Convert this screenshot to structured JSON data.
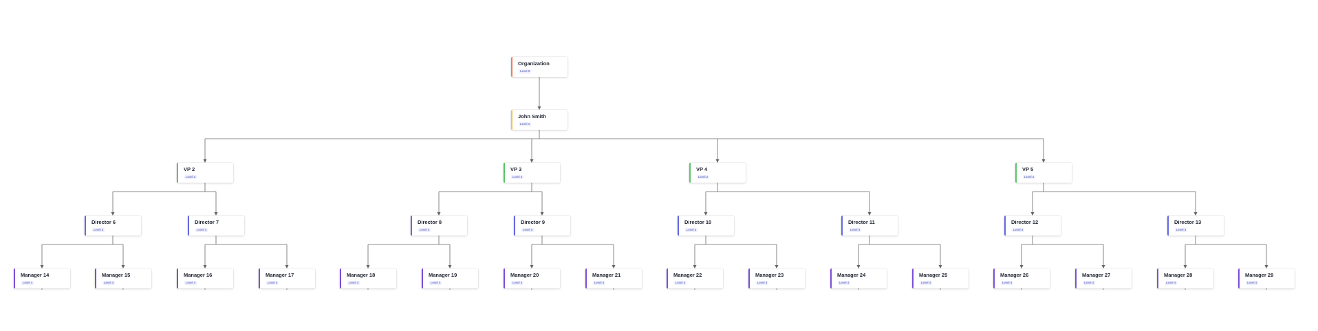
{
  "colors": {
    "background": "#ffffff",
    "connector": "#666666",
    "level_accents": [
      "#f07a5b",
      "#f2c14e",
      "#5cc46a",
      "#6468e0",
      "#7a4fd6"
    ]
  },
  "nodes": [
    {
      "id": "org",
      "name": "Organization",
      "level_label": "Level 0",
      "level": 0
    },
    {
      "id": "john",
      "name": "John Smith",
      "level_label": "Level 1",
      "level": 1,
      "parent": "org"
    },
    {
      "id": "vp2",
      "name": "VP 2",
      "level_label": "Level 2",
      "level": 2,
      "parent": "john"
    },
    {
      "id": "vp3",
      "name": "VP 3",
      "level_label": "Level 2",
      "level": 2,
      "parent": "john"
    },
    {
      "id": "vp4",
      "name": "VP 4",
      "level_label": "Level 2",
      "level": 2,
      "parent": "john"
    },
    {
      "id": "vp5",
      "name": "VP 5",
      "level_label": "Level 2",
      "level": 2,
      "parent": "john"
    },
    {
      "id": "d6",
      "name": "Director 6",
      "level_label": "Level 3",
      "level": 3,
      "parent": "vp2"
    },
    {
      "id": "d7",
      "name": "Director 7",
      "level_label": "Level 3",
      "level": 3,
      "parent": "vp2"
    },
    {
      "id": "d8",
      "name": "Director 8",
      "level_label": "Level 3",
      "level": 3,
      "parent": "vp3"
    },
    {
      "id": "d9",
      "name": "Director 9",
      "level_label": "Level 3",
      "level": 3,
      "parent": "vp3"
    },
    {
      "id": "d10",
      "name": "Director 10",
      "level_label": "Level 3",
      "level": 3,
      "parent": "vp4"
    },
    {
      "id": "d11",
      "name": "Director 11",
      "level_label": "Level 3",
      "level": 3,
      "parent": "vp4"
    },
    {
      "id": "d12",
      "name": "Director 12",
      "level_label": "Level 3",
      "level": 3,
      "parent": "vp5"
    },
    {
      "id": "d13",
      "name": "Director 13",
      "level_label": "Level 3",
      "level": 3,
      "parent": "vp5"
    },
    {
      "id": "m14",
      "name": "Manager 14",
      "level_label": "Level 4",
      "level": 4,
      "parent": "d6"
    },
    {
      "id": "m15",
      "name": "Manager 15",
      "level_label": "Level 4",
      "level": 4,
      "parent": "d6"
    },
    {
      "id": "m16",
      "name": "Manager 16",
      "level_label": "Level 4",
      "level": 4,
      "parent": "d7"
    },
    {
      "id": "m17",
      "name": "Manager 17",
      "level_label": "Level 4",
      "level": 4,
      "parent": "d7"
    },
    {
      "id": "m18",
      "name": "Manager 18",
      "level_label": "Level 4",
      "level": 4,
      "parent": "d8"
    },
    {
      "id": "m19",
      "name": "Manager 19",
      "level_label": "Level 4",
      "level": 4,
      "parent": "d8"
    },
    {
      "id": "m20",
      "name": "Manager 20",
      "level_label": "Level 4",
      "level": 4,
      "parent": "d9"
    },
    {
      "id": "m21",
      "name": "Manager 21",
      "level_label": "Level 4",
      "level": 4,
      "parent": "d9"
    },
    {
      "id": "m22",
      "name": "Manager 22",
      "level_label": "Level 4",
      "level": 4,
      "parent": "d10"
    },
    {
      "id": "m23",
      "name": "Manager 23",
      "level_label": "Level 4",
      "level": 4,
      "parent": "d10"
    },
    {
      "id": "m24",
      "name": "Manager 24",
      "level_label": "Level 4",
      "level": 4,
      "parent": "d11"
    },
    {
      "id": "m25",
      "name": "Manager 25",
      "level_label": "Level 4",
      "level": 4,
      "parent": "d11"
    },
    {
      "id": "m26",
      "name": "Manager 26",
      "level_label": "Level 4",
      "level": 4,
      "parent": "d12"
    },
    {
      "id": "m27",
      "name": "Manager 27",
      "level_label": "Level 4",
      "level": 4,
      "parent": "d12"
    },
    {
      "id": "m28",
      "name": "Manager 28",
      "level_label": "Level 4",
      "level": 4,
      "parent": "d13"
    },
    {
      "id": "m29",
      "name": "Manager 29",
      "level_label": "Level 4",
      "level": 4,
      "parent": "d13"
    }
  ]
}
